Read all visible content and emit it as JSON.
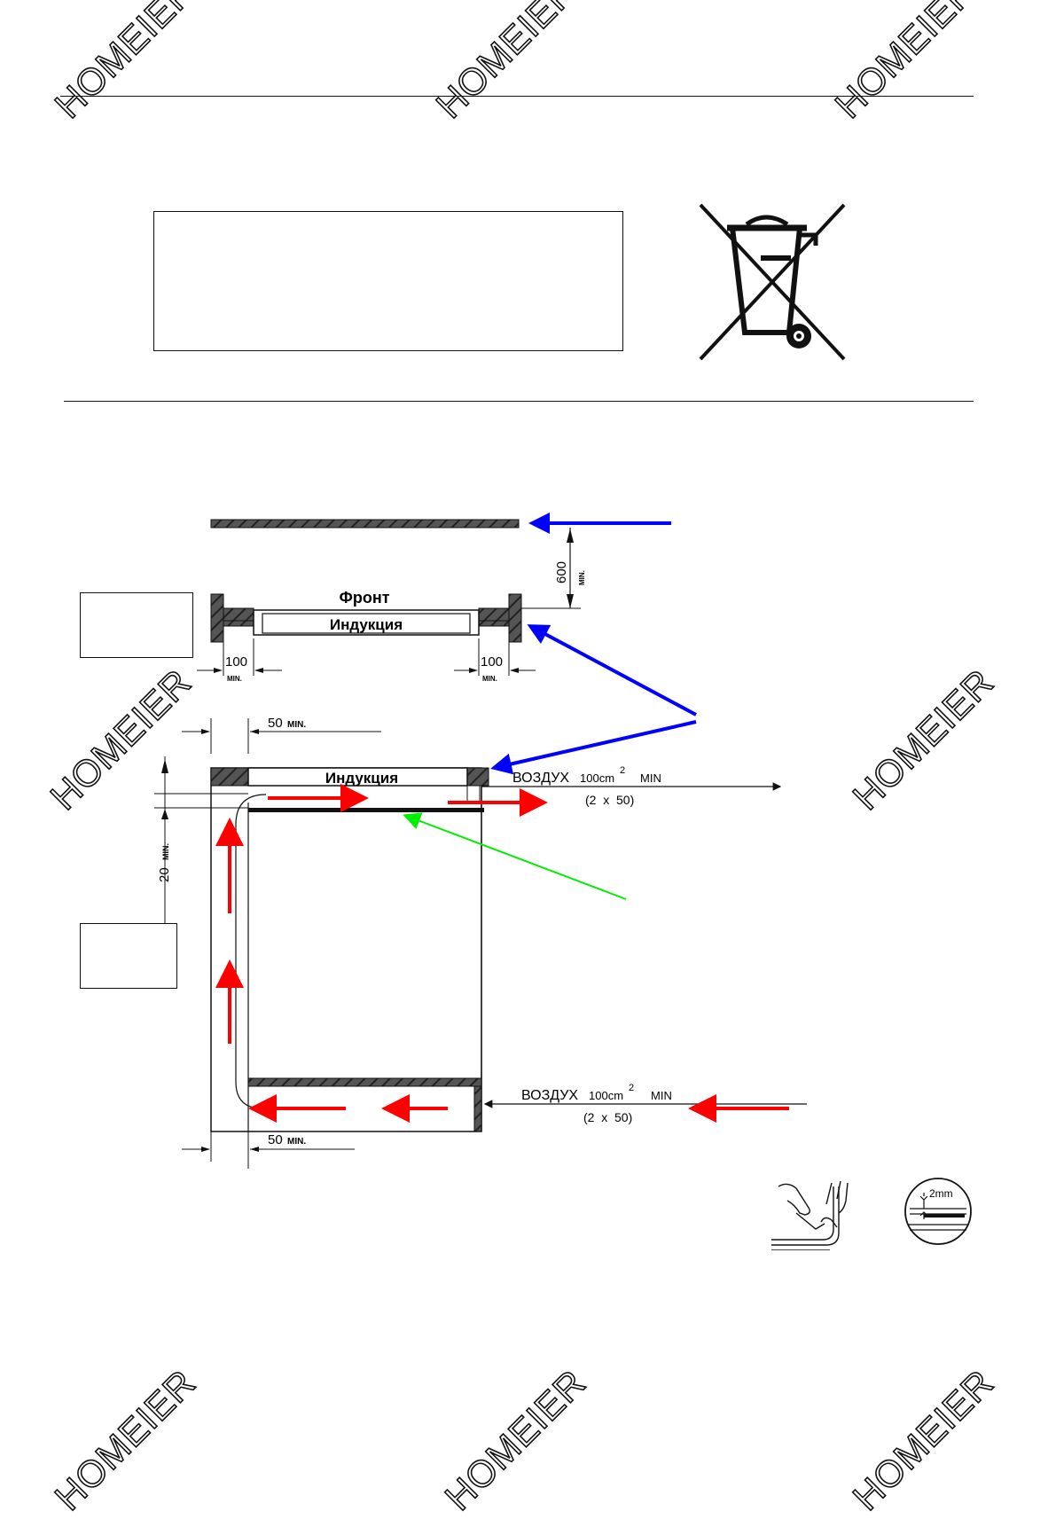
{
  "watermarks": [
    "HOMEIER",
    "HOMEIER",
    "HOMEIER",
    "HOMEIER",
    "HOMEIER",
    "HOMEIER",
    "HOMEIER",
    "HOMEIER"
  ],
  "recycle_symbol": {
    "icon": "crossed-out-wheelie-bin-icon"
  },
  "diagram": {
    "front_label": "Фронт",
    "hob_label_top": "Индукция",
    "hob_label_side": "Индукция",
    "dim_600": "600",
    "dim_600_min": "MIN.",
    "dim_100_left": "100",
    "dim_100_left_min": "MIN.",
    "dim_100_right": "100",
    "dim_100_right_min": "MIN.",
    "dim_50_top": "50",
    "dim_50_top_min": "MIN.",
    "dim_50_bottom": "50",
    "dim_50_bottom_min": "MIN.",
    "dim_20": "20",
    "dim_20_min": "MIN.",
    "air_top_word": "ВОЗДУХ",
    "air_top_value": "100cm",
    "air_top_sup": "2",
    "air_top_min": "MIN",
    "air_top_split": "(2  x  50)",
    "air_bottom_word": "ВОЗДУХ",
    "air_bottom_value": "100cm",
    "air_bottom_sup": "2",
    "air_bottom_min": "MIN",
    "air_bottom_split": "(2  x  50)",
    "gasket_gap": "2mm"
  },
  "colors": {
    "airflow_arrow": "#ff0000",
    "pointer_arrow": "#0000ff",
    "highlight_arrow": "#00ee00",
    "hatch": "#333333"
  }
}
